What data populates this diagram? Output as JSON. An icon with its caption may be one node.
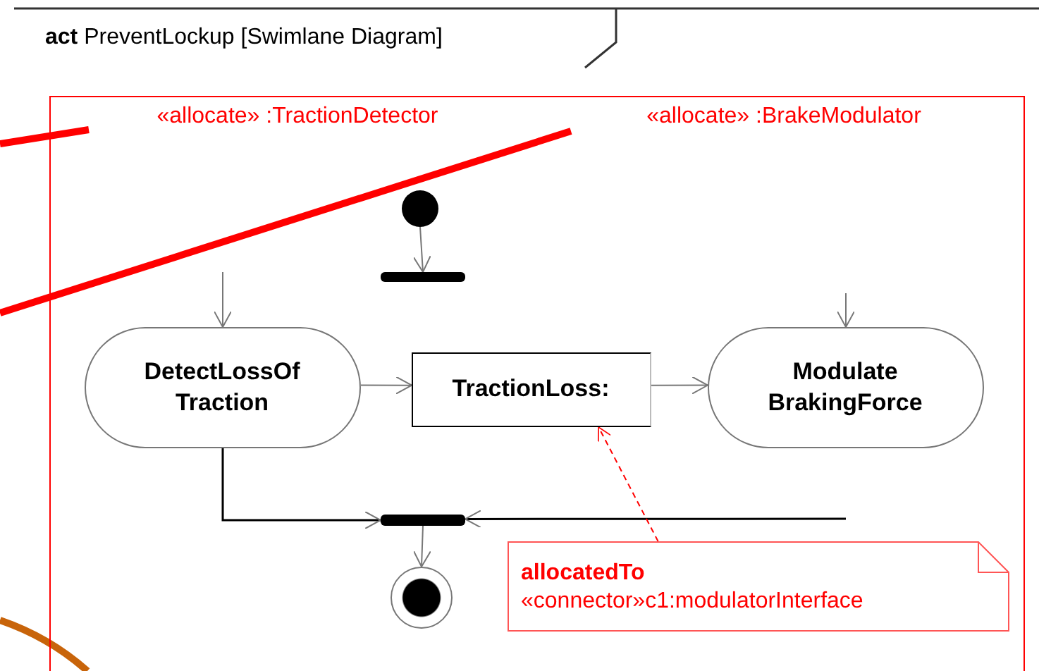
{
  "diagram": {
    "title": "**act** PreventLockup [Swimlane Diagram]",
    "nodes": [
      {
        "text": [
          "«allocate» :TractionDetector",
          "«allocate» :BrakeModulator"
        ]
      },
      {
        "text": [],
        "shape": "circle",
        "in": 0
      },
      {
        "text": [],
        "shape": "bar",
        "in": 0
      },
      {
        "text": [
          "DetectLossOf Traction"
        ],
        "in": 0
      },
      {
        "text": [
          "TractionLoss:"
        ],
        "in": 0
      },
      {
        "text": [
          "Modulate BrakingForce"
        ],
        "in": 0
      },
      {
        "text": [],
        "shape": "bar",
        "in": 0
      },
      {
        "text": [],
        "shape": "circle",
        "in": 0
      },
      {
        "text": [
          "allocatedTo",
          "«connector»c1:modulatorInterface"
        ],
        "in": 0
      }
    ],
    "edges": [
      {
        "from": 1,
        "to": 2,
        "arrow": "to"
      },
      {
        "from": null,
        "to": 3,
        "arrow": "to"
      },
      {
        "from": null,
        "to": 5,
        "arrow": "to"
      },
      {
        "from": 3,
        "to": 4,
        "arrow": "to"
      },
      {
        "from": 4,
        "to": 5,
        "arrow": "to"
      },
      {
        "from": 3,
        "to": 6,
        "arrow": "to",
        "color": "#000000"
      },
      {
        "from": null,
        "to": 6,
        "arrow": "to",
        "color": "#000000"
      },
      {
        "from": 6,
        "to": 7,
        "arrow": "to"
      },
      {
        "from": 8,
        "to": 4,
        "arrow": "to",
        "style": "dashed",
        "color": "#ff0000"
      }
    ]
  }
}
